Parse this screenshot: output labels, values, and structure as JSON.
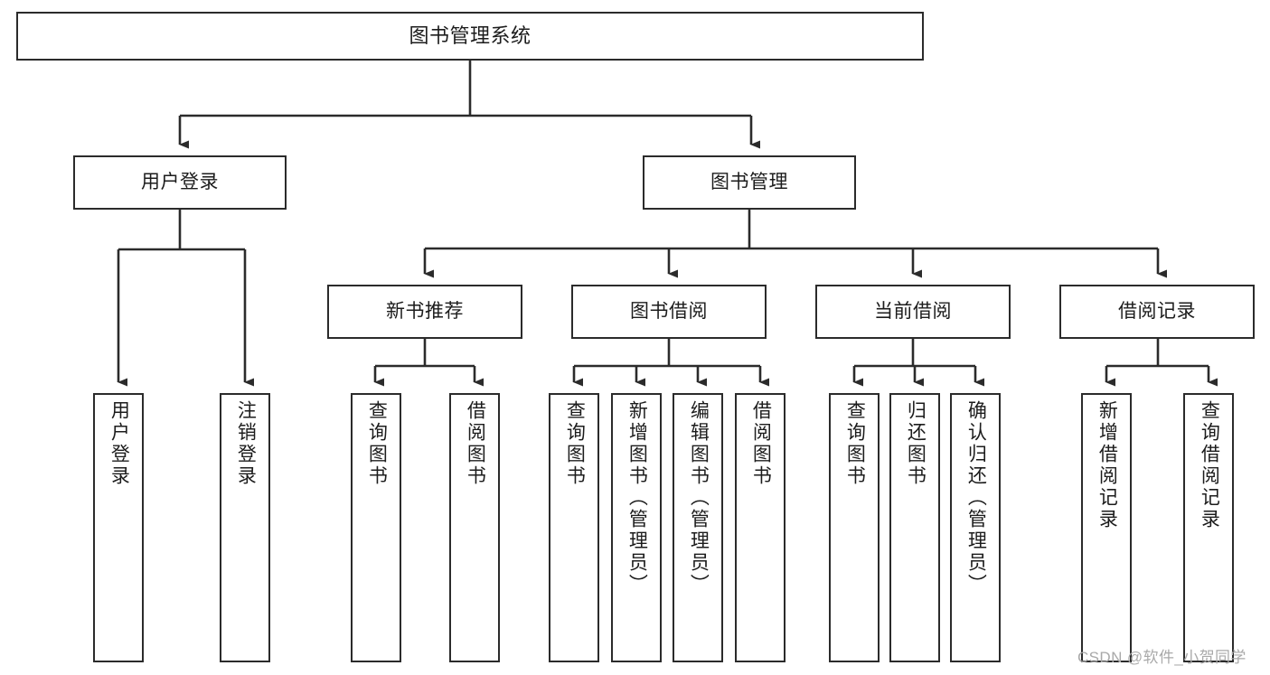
{
  "diagram": {
    "type": "tree-hierarchy",
    "title": "图书管理系统",
    "root": {
      "id": "root",
      "label": "图书管理系统"
    },
    "level2": [
      {
        "id": "user-login",
        "label": "用户登录"
      },
      {
        "id": "book-management",
        "label": "图书管理"
      }
    ],
    "level3": [
      {
        "id": "new-book-recommend",
        "label": "新书推荐"
      },
      {
        "id": "book-borrow",
        "label": "图书借阅"
      },
      {
        "id": "current-borrow",
        "label": "当前借阅"
      },
      {
        "id": "borrow-record",
        "label": "借阅记录"
      }
    ],
    "leaves": [
      {
        "id": "leaf-user-login",
        "label": "用户登录"
      },
      {
        "id": "leaf-logout-login",
        "label": "注销登录"
      },
      {
        "id": "leaf-query-book-1",
        "label": "查询图书"
      },
      {
        "id": "leaf-borrow-book-1",
        "label": "借阅图书"
      },
      {
        "id": "leaf-query-book-2",
        "label": "查询图书"
      },
      {
        "id": "leaf-add-book",
        "label": "新增图书（管理员）"
      },
      {
        "id": "leaf-edit-book",
        "label": "编辑图书（管理员）"
      },
      {
        "id": "leaf-borrow-book-2",
        "label": "借阅图书"
      },
      {
        "id": "leaf-query-book-3",
        "label": "查询图书"
      },
      {
        "id": "leaf-return-book",
        "label": "归还图书"
      },
      {
        "id": "leaf-confirm-return",
        "label": "确认归还（管理员）"
      },
      {
        "id": "leaf-add-borrow-record",
        "label": "新增借阅记录"
      },
      {
        "id": "leaf-query-borrow-record",
        "label": "查询借阅记录"
      }
    ],
    "colors": {
      "stroke": "#2b2b2b",
      "fill": "#ffffff",
      "text": "#1c1c1c",
      "watermark": "#a9a9a9"
    }
  },
  "watermark": {
    "text": "CSDN @软件_小贺同学"
  }
}
